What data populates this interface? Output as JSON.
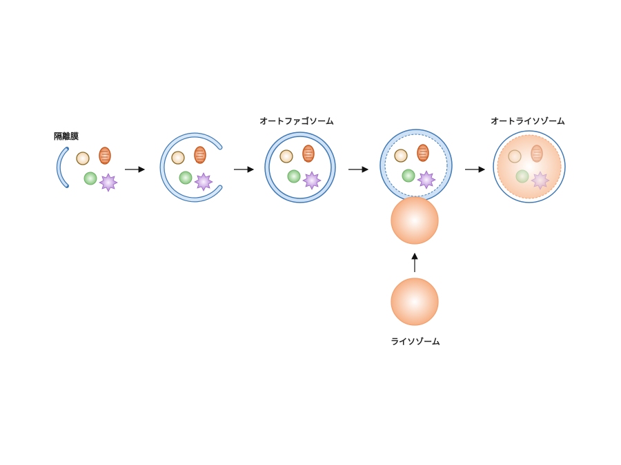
{
  "labels": {
    "isolation_membrane": "隔離膜",
    "autophagosome": "オートファゴソーム",
    "autolysosome": "オートライソゾーム",
    "lysosome": "ライソゾーム"
  },
  "colors": {
    "membrane_stroke": "#3f78b5",
    "membrane_fill": "#cfe2f5",
    "lysosome": "#f6a878",
    "vesicle": "#f2d9b8",
    "mitochondria": "#d9692e",
    "green_particle": "#8fcc85",
    "purple_particle": "#b98ad8"
  }
}
